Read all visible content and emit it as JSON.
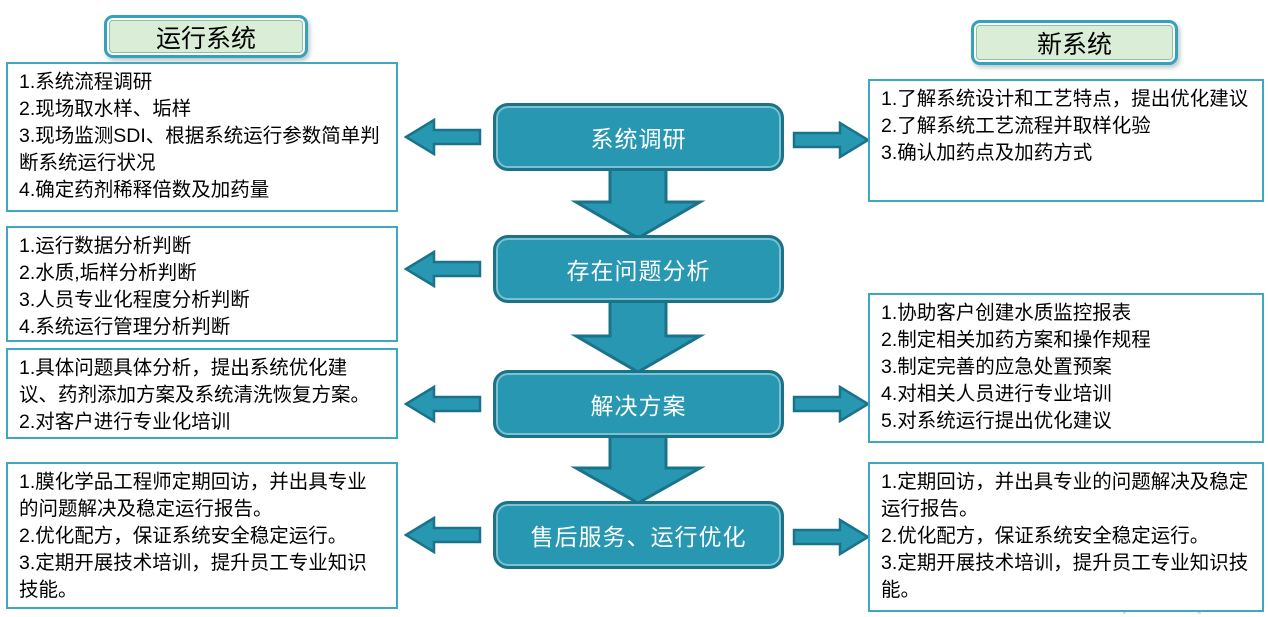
{
  "palette": {
    "node_fill": "#2797b2",
    "node_border": "#1b7389",
    "header_fill": "#d9edd7",
    "header_border": "#35a2bc",
    "box_border": "#3fa8c0",
    "node_text": "#ffffff",
    "body_text": "#000000"
  },
  "headers": {
    "left": "运行系统",
    "right": "新系统"
  },
  "nodes": [
    {
      "label": "系统调研"
    },
    {
      "label": "存在问题分析"
    },
    {
      "label": "解决方案"
    },
    {
      "label": "售后服务、运行优化"
    }
  ],
  "left_boxes": [
    {
      "text": "1.系统流程调研\n2.现场取水样、垢样\n3.现场监测SDI、根据系统运行参数简单判断系统运行状况\n4.确定药剂稀释倍数及加药量"
    },
    {
      "text": "1.运行数据分析判断\n2.水质,垢样分析判断\n3.人员专业化程度分析判断\n4.系统运行管理分析判断"
    },
    {
      "text": "1.具体问题具体分析，提出系统优化建议、药剂添加方案及系统清洗恢复方案。\n2.对客户进行专业化培训"
    },
    {
      "text": "1.膜化学品工程师定期回访，并出具专业的问题解决及稳定运行报告。\n2.优化配方，保证系统安全稳定运行。\n3.定期开展技术培训，提升员工专业知识技能。"
    }
  ],
  "right_boxes": [
    {
      "text": "1.了解系统设计和工艺特点，提出优化建议\n2.了解系统工艺流程并取样化验\n3.确认加药点及加药方式"
    },
    {
      "text": "1.协助客户创建水质监控报表\n2.制定相关加药方案和操作规程\n3.制定完善的应急处置预案\n4.对相关人员进行专业培训\n5.对系统运行提出优化建议"
    },
    {
      "text": "1.定期回访，并出具专业的问题解决及稳定运行报告。\n2.优化配方，保证系统安全稳定运行。\n3.定期开展技术培训，提升员工专业知识技能。"
    }
  ]
}
